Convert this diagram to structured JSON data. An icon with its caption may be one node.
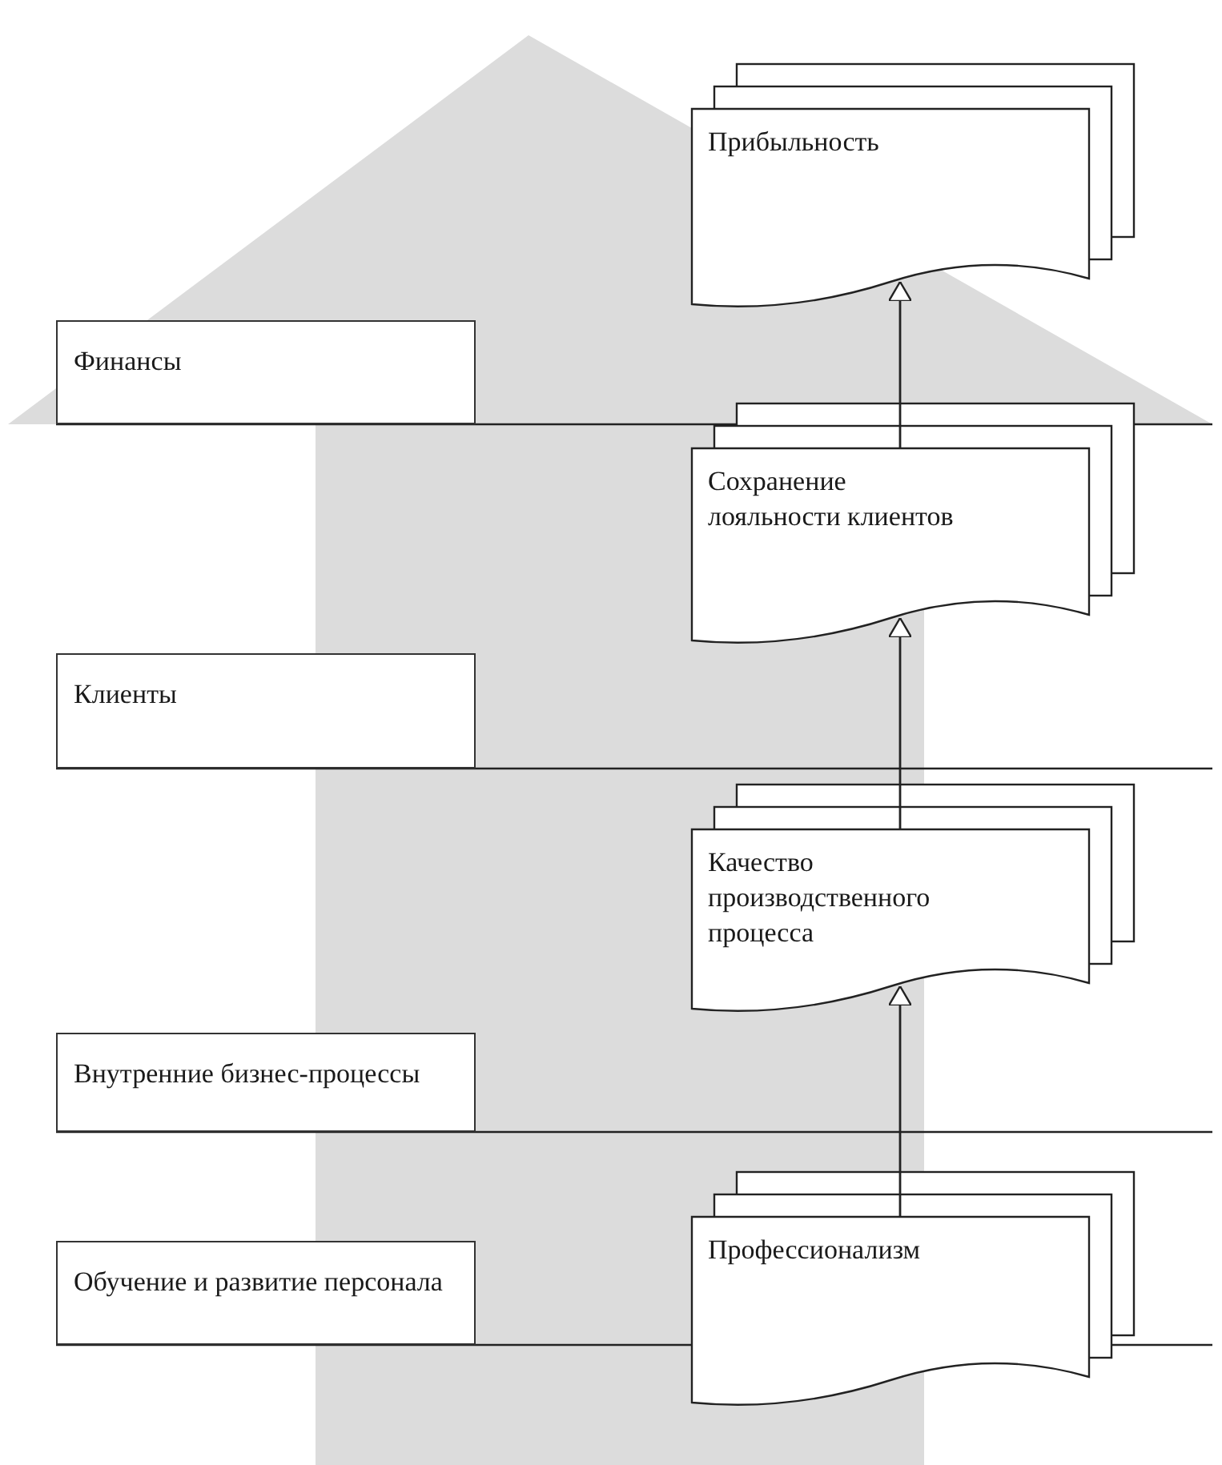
{
  "diagram": {
    "nodes": [
      {
        "text": [
          "Прибыльность"
        ]
      },
      {
        "text": [
          "Финансы"
        ]
      },
      {
        "text": [
          "Сохранение лояльности клиентов"
        ]
      },
      {
        "text": [
          "Клиенты"
        ]
      },
      {
        "text": [
          "Качество производственного процесса"
        ]
      },
      {
        "text": [
          "Внутренние бизнес-процессы"
        ]
      },
      {
        "text": [
          "Профессионализм"
        ]
      },
      {
        "text": [
          "Обучение и развитие персонала"
        ]
      }
    ],
    "edges": [
      {
        "from": 6,
        "to": 4,
        "arrow": "to"
      },
      {
        "from": 4,
        "to": 2,
        "arrow": "to"
      },
      {
        "from": 2,
        "to": 0,
        "arrow": "to"
      }
    ]
  }
}
